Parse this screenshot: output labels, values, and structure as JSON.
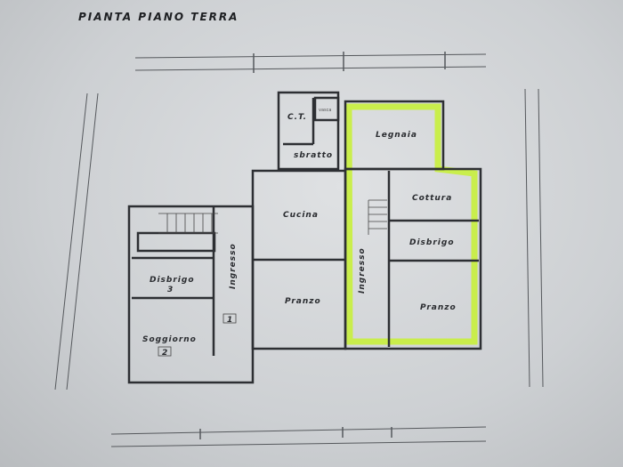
{
  "title": "PIANTA PIANO TERRA",
  "highlight_color": "#c8f03c",
  "rooms": {
    "ct": "C.T.",
    "vasca": "vasca",
    "sbratto": "sbratto",
    "legnaia": "Legnaia",
    "cucina": "Cucina",
    "pranzo_center": "Pranzo",
    "ingresso_right": "Ingresso",
    "cottura": "Cottura",
    "disbrigo_right": "Disbrigo",
    "pranzo_right": "Pranzo",
    "ingresso_left": "Ingresso",
    "disbrigo_left": "Disbrigo",
    "soggiorno": "Soggiorno"
  },
  "unit_numbers": {
    "ingresso": "1",
    "soggiorno": "2",
    "disbrigo": "3"
  }
}
